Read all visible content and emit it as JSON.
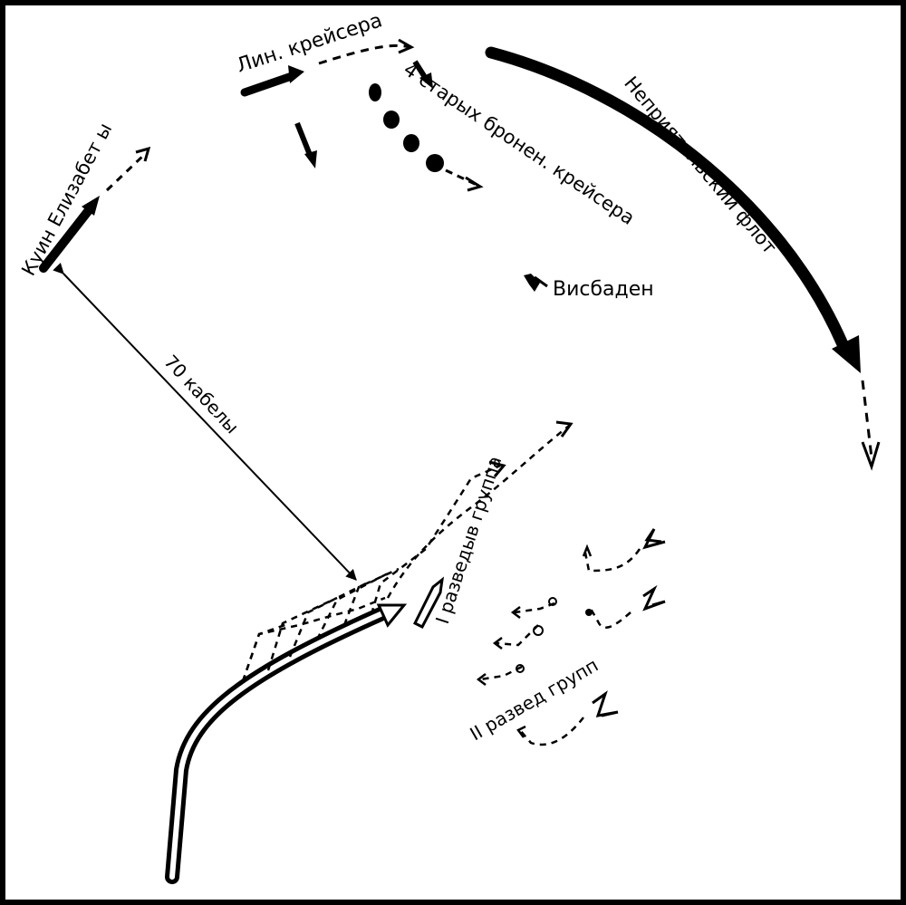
{
  "labels": {
    "battlecruisers": "Лин. крейсера",
    "old_armored_cruisers": "4 старых бронен. крейсера",
    "enemy_fleet": "Неприятельский флот",
    "queen_elizabeths": "Куин Елизабет ы",
    "wiesbaden": "Висбаден",
    "distance": "70 кабелы",
    "recon_group_1": "I разведыв группа",
    "recon_group_2": "II развед групп"
  },
  "colors": {
    "ink": "#000000",
    "paper": "#ffffff"
  }
}
